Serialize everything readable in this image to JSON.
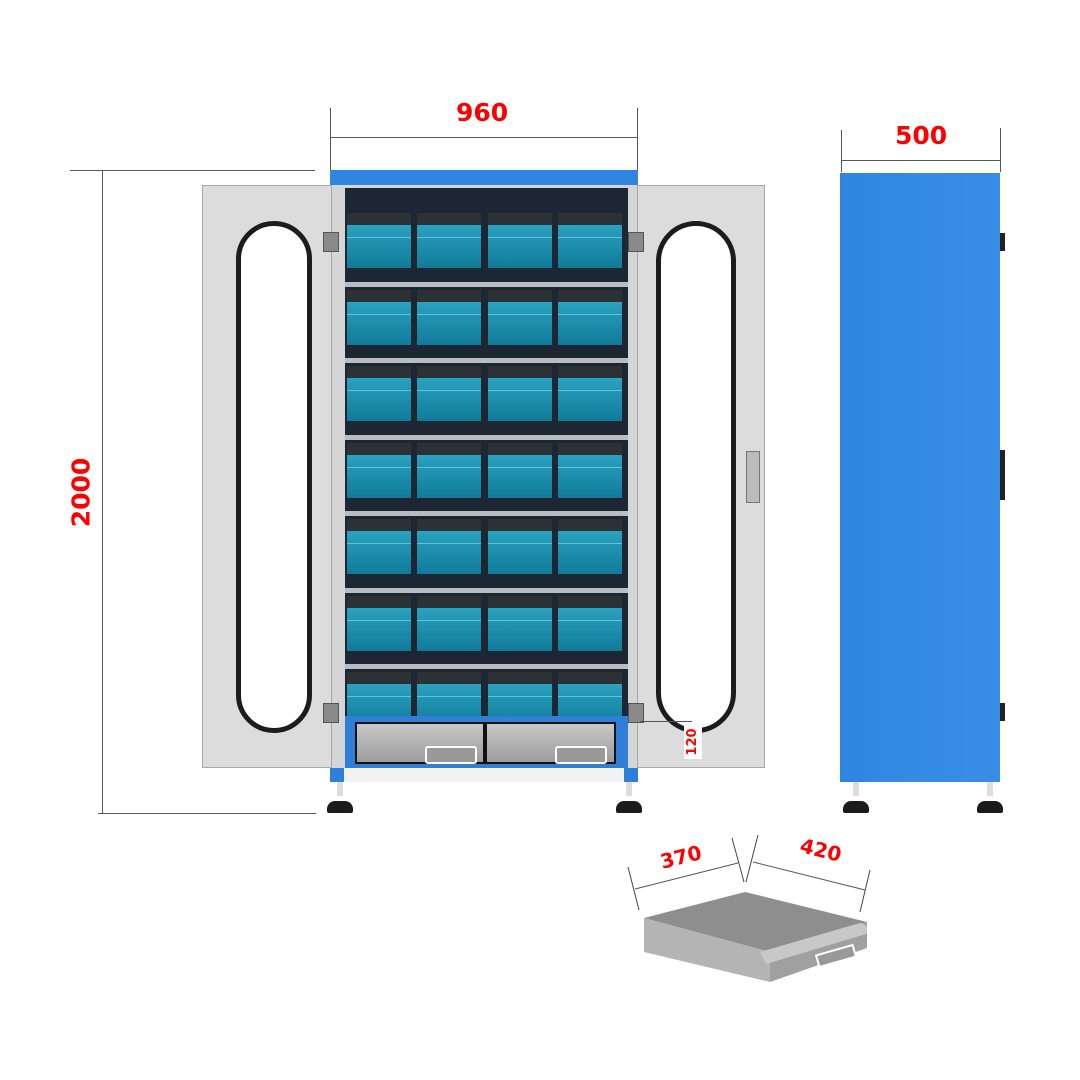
{
  "dimensions": {
    "width": "960",
    "depth": "500",
    "height": "2000",
    "drawer_height": "120",
    "drawer_width": "370",
    "drawer_depth": "420"
  },
  "colors": {
    "cabinet_blue": "#2f86e0",
    "bin_teal": "#1a8fb0",
    "dimension_red": "#ff0000"
  },
  "layout_counts": {
    "bin_rows": 7,
    "bin_columns": 4,
    "drawers": 2
  }
}
